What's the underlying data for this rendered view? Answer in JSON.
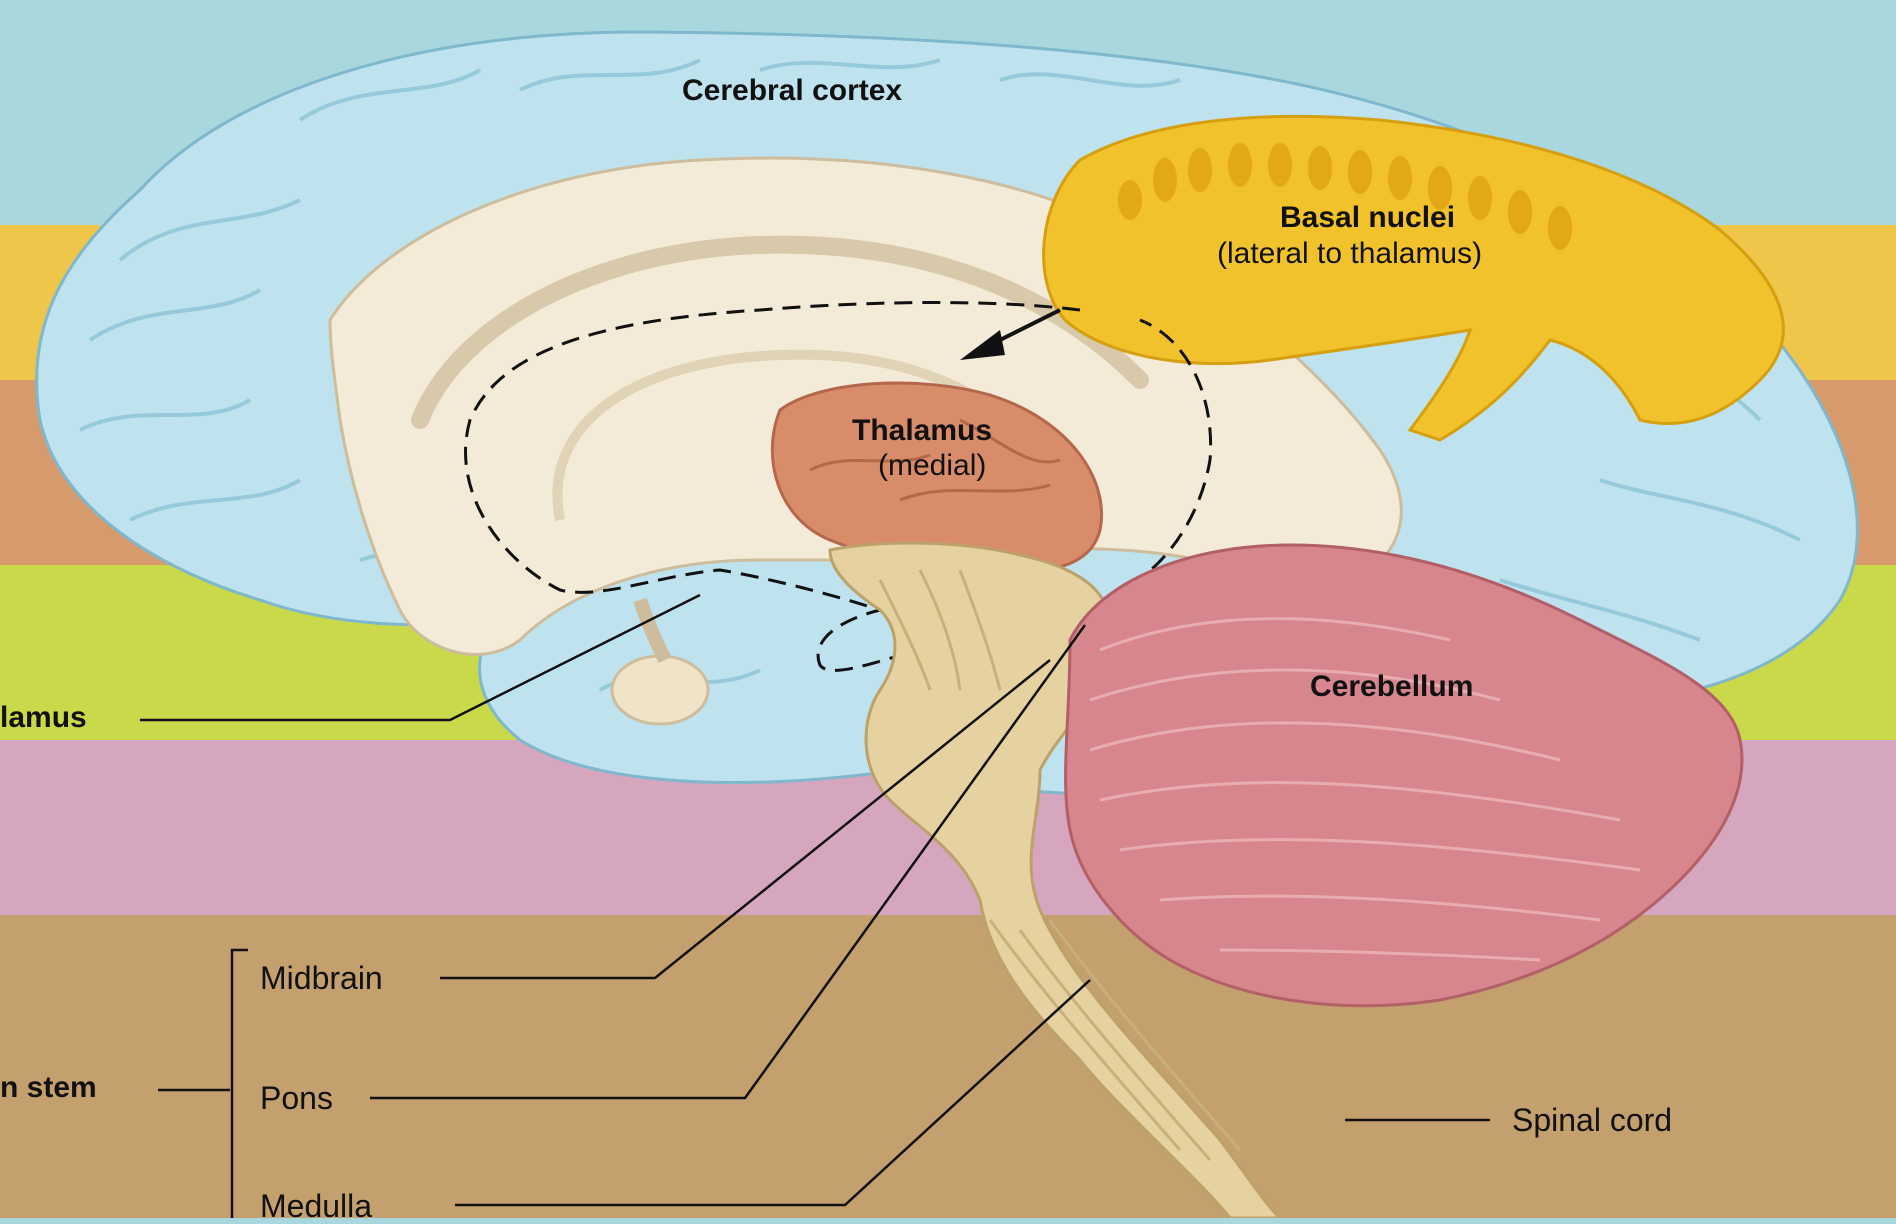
{
  "labels": {
    "cerebral_cortex": "Cerebral cortex",
    "basal_nuclei": "Basal nuclei",
    "basal_nuclei_sub": "(lateral to thalamus)",
    "thalamus": "Thalamus",
    "thalamus_sub": "(medial)",
    "hypothalamus_partial": "lamus",
    "cerebellum": "Cerebellum",
    "midbrain": "Midbrain",
    "brain_stem_partial": "n stem",
    "pons": "Pons",
    "spinal_cord": "Spinal cord",
    "medulla": "Medulla"
  },
  "colors": {
    "band_cyan": "#a8d8de",
    "band_yellow": "#eec64a",
    "band_orange": "#d69a6c",
    "band_lime": "#c9d94a",
    "band_pink": "#d6a6bf",
    "band_tan": "#c4a06e",
    "cortex": "#bfe3ee",
    "basal_nuclei": "#f2c22c",
    "thalamus": "#d98c6a",
    "cerebellum": "#d7868d",
    "brainstem": "#e6d2a0",
    "white_matter": "#f3ead8"
  }
}
